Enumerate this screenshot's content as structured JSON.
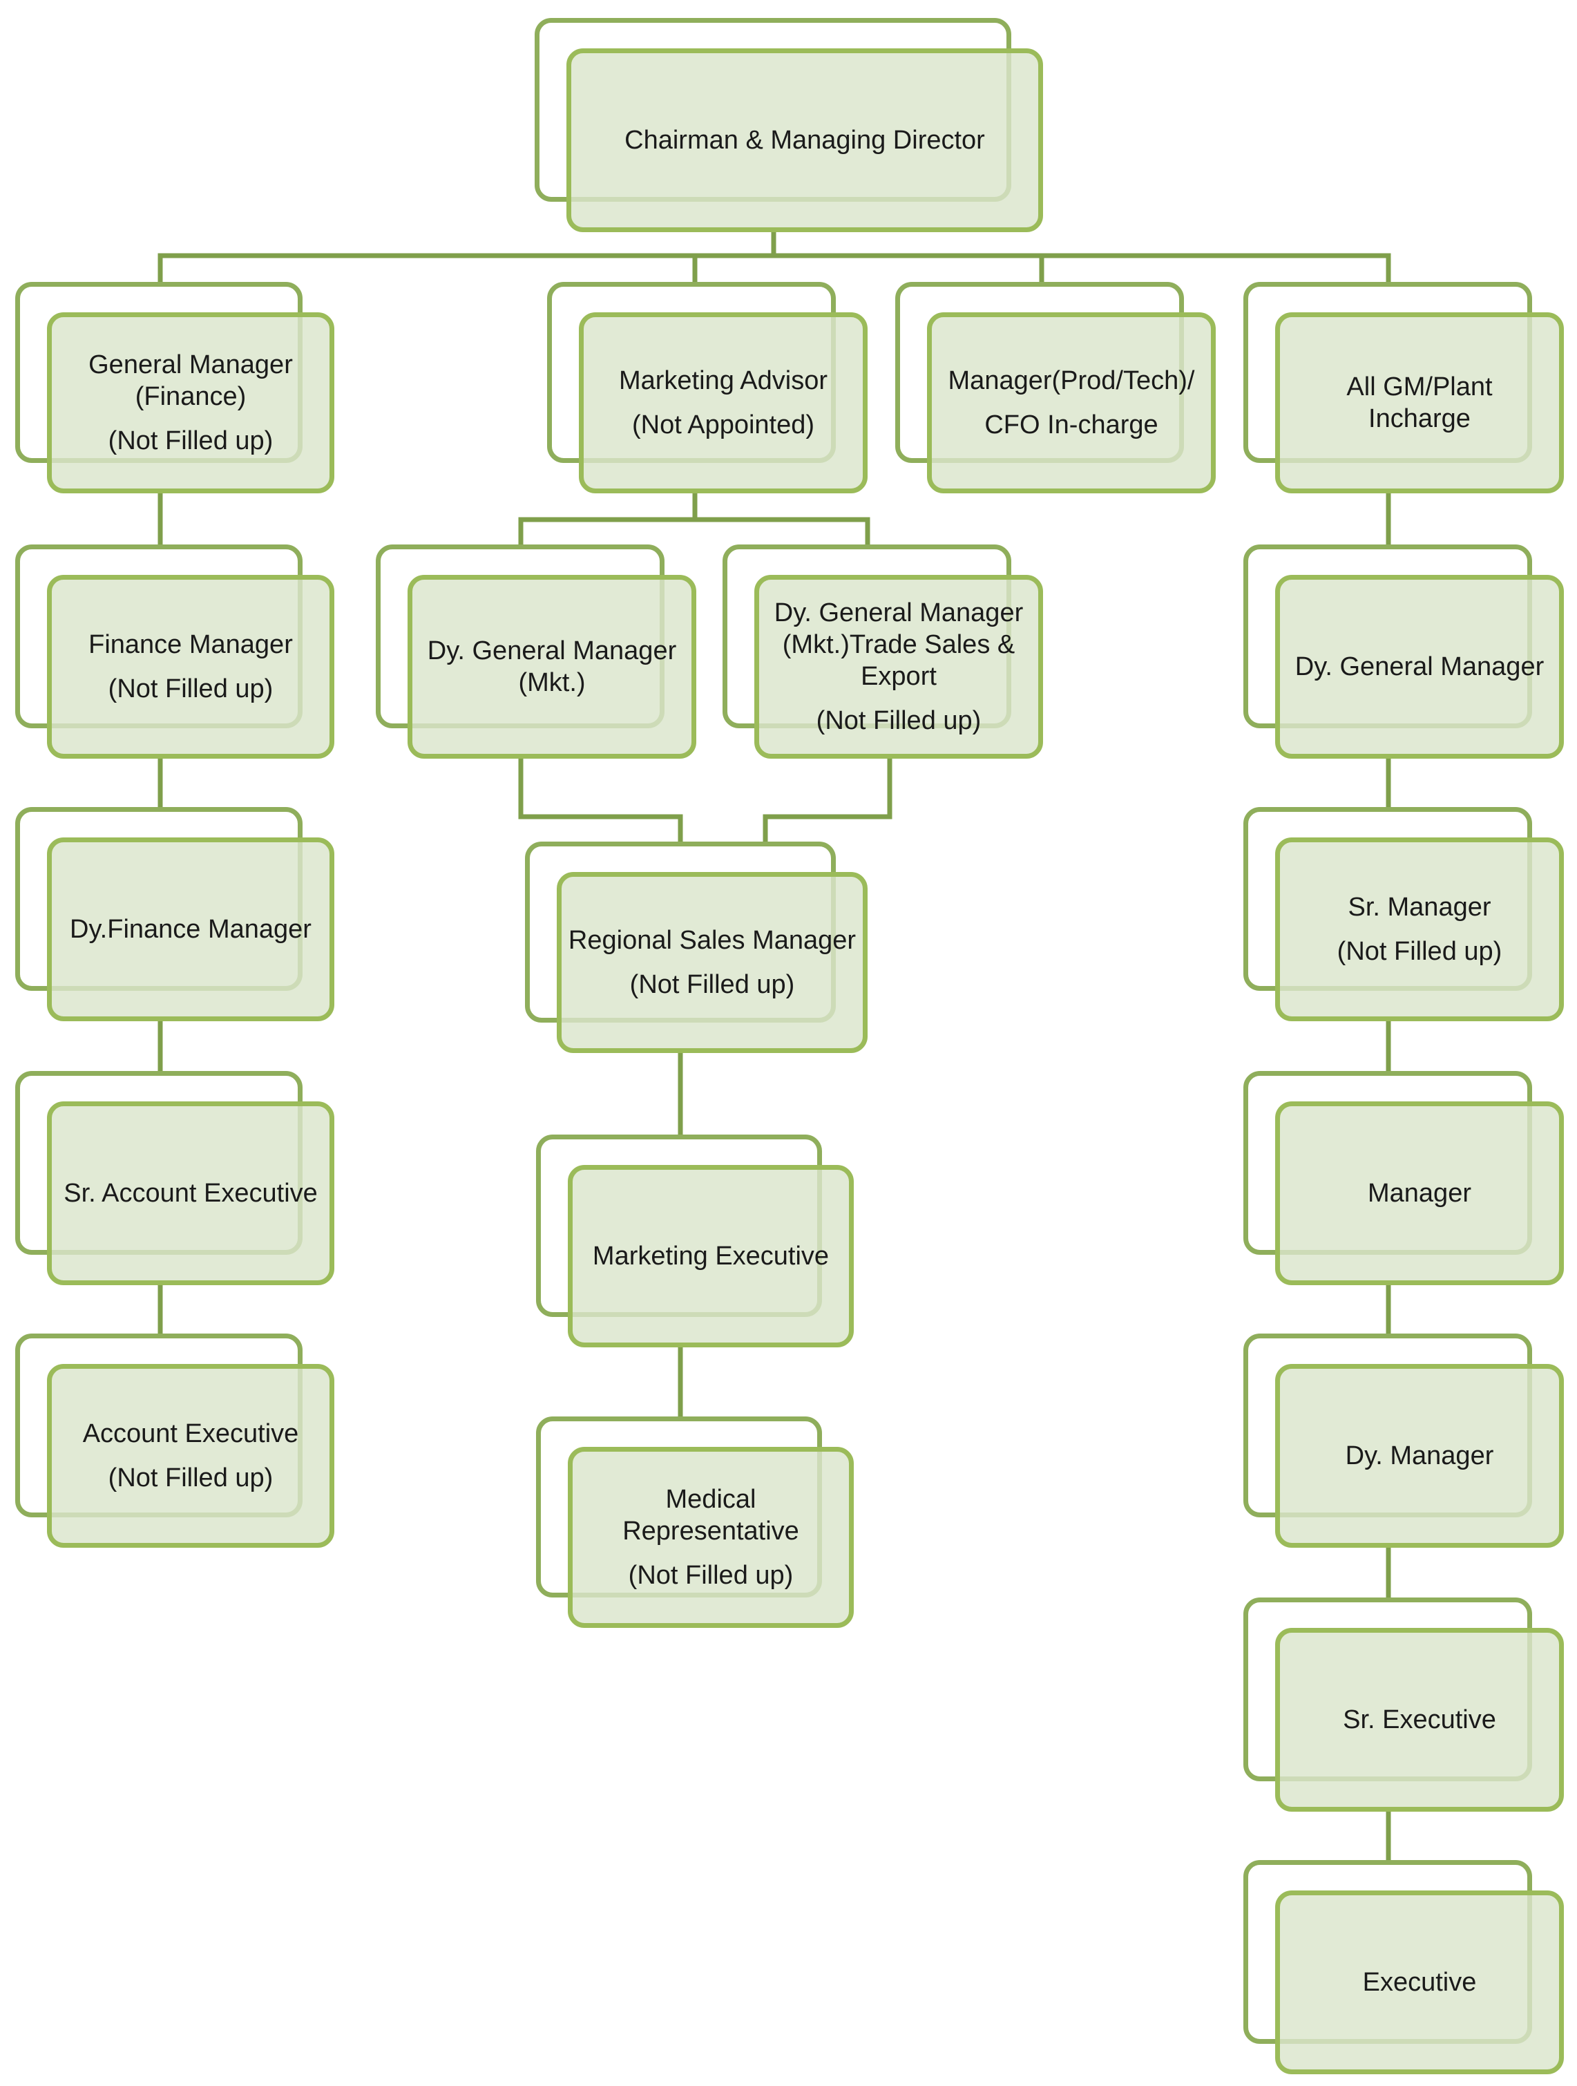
{
  "colors": {
    "border": "#9BBB59",
    "fill": "#DAE5CC",
    "connector": "#7F9F4B",
    "text": "#1a1a1a"
  },
  "nodes": {
    "cmd": {
      "lines": [
        "Chairman & Managing Director"
      ],
      "status": ""
    },
    "gm_fin": {
      "lines": [
        "General Manager",
        "(Finance)"
      ],
      "status": "(Not Filled up)"
    },
    "mkt_adv": {
      "lines": [
        "Marketing Advisor"
      ],
      "status": "(Not Appointed)"
    },
    "mgr_prod": {
      "lines": [
        "Manager(Prod/Tech)/"
      ],
      "status": "CFO In-charge"
    },
    "all_gm": {
      "lines": [
        "All GM/Plant",
        "Incharge"
      ],
      "status": ""
    },
    "fin_mgr": {
      "lines": [
        "Finance Manager"
      ],
      "status": "(Not Filled up)"
    },
    "dgm_mkt": {
      "lines": [
        "Dy. General Manager",
        "(Mkt.)"
      ],
      "status": ""
    },
    "dgm_trade": {
      "lines": [
        "Dy. General Manager",
        "(Mkt.)Trade Sales &",
        "Export"
      ],
      "status": "(Not Filled up)"
    },
    "dgm_plant": {
      "lines": [
        "Dy. General Manager"
      ],
      "status": ""
    },
    "dy_fin": {
      "lines": [
        "Dy.Finance Manager"
      ],
      "status": ""
    },
    "rsm": {
      "lines": [
        "Regional Sales Manager"
      ],
      "status": "(Not Filled up)"
    },
    "sr_mgr": {
      "lines": [
        "Sr. Manager"
      ],
      "status": "(Not Filled up)"
    },
    "sr_acc": {
      "lines": [
        "Sr. Account Executive"
      ],
      "status": ""
    },
    "mkt_exec": {
      "lines": [
        "Marketing Executive"
      ],
      "status": ""
    },
    "manager": {
      "lines": [
        "Manager"
      ],
      "status": ""
    },
    "acc_exec": {
      "lines": [
        "Account Executive"
      ],
      "status": "(Not Filled up)"
    },
    "med_rep": {
      "lines": [
        "Medical",
        "Representative"
      ],
      "status": "(Not Filled up)"
    },
    "dy_mgr": {
      "lines": [
        "Dy. Manager"
      ],
      "status": ""
    },
    "sr_exec": {
      "lines": [
        "Sr. Executive"
      ],
      "status": ""
    },
    "executive": {
      "lines": [
        "Executive"
      ],
      "status": ""
    }
  }
}
